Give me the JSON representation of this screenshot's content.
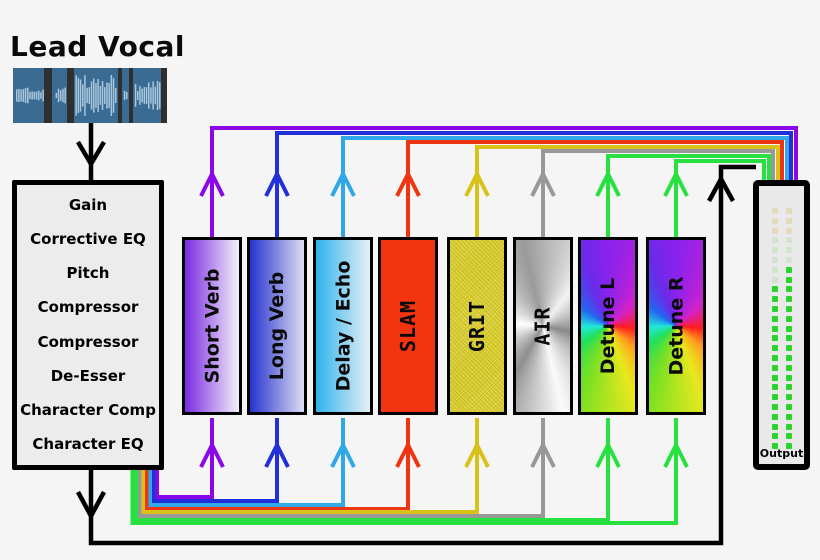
{
  "title": "Lead Vocal",
  "waveform": {
    "bg": "#3a6b93",
    "wave_color": "#a9c6dc",
    "separator_color": "#2f2f2f",
    "separators": [
      [
        31,
        8
      ],
      [
        54,
        7
      ],
      [
        105,
        4
      ],
      [
        116,
        4
      ],
      [
        148,
        6
      ]
    ],
    "segments": [
      [
        3,
        30,
        9
      ],
      [
        41,
        52,
        8
      ],
      [
        62,
        104,
        21
      ],
      [
        110,
        115,
        11
      ],
      [
        121,
        148,
        15
      ]
    ]
  },
  "chain": {
    "items": [
      "Gain",
      "Corrective EQ",
      "Pitch",
      "Compressor",
      "Compressor",
      "De-Esser",
      "Character Comp",
      "Character EQ"
    ]
  },
  "effects": [
    {
      "label": "Short Verb",
      "wire": "#8a08e8",
      "fill": "linear-gradient(90deg,#7a2ce0,#f4f0fa)",
      "mono": false
    },
    {
      "label": "Long Verb",
      "wire": "#2130d8",
      "fill": "linear-gradient(90deg,#2633cf,#dddcf2)",
      "mono": false
    },
    {
      "label": "Delay / Echo",
      "wire": "#30a8e8",
      "fill": "linear-gradient(90deg,#2fb3ec,#e8eff5)",
      "mono": false
    },
    {
      "label": "SLAM",
      "wire": "#ee3511",
      "fill": "#f23410",
      "mono": true
    },
    {
      "label": "GRIT",
      "wire": "#d8c21a",
      "fill": "repeating-linear-gradient(45deg, rgba(0,0,0,0.10) 0px, rgba(0,0,0,0.10) 1px, rgba(0,0,0,0) 1px, rgba(0,0,0,0) 3px), repeating-linear-gradient(-45deg, rgba(255,255,255,0.35) 0px, rgba(255,255,255,0.35) 1px, rgba(255,255,255,0) 1px, rgba(255,255,255,0) 2px), #d6c80f",
      "mono": true
    },
    {
      "label": "AIR",
      "wire": "#989898",
      "fill": "conic-gradient(from 210deg at 50% 50%, #8f8f8f, #ffffff 18%, #9a9a9a 38%, #f2f2f2 52%, #8a8a8a 70%, #fafafa 88%, #8f8f8f)",
      "mono": true
    },
    {
      "label": "Detune L",
      "wire": "#28e040",
      "fill": "conic-gradient(from 0deg at 50% 50%, #8a22ee 0deg, #d422c8 50deg, #ff1e1e 95deg, #ff9e1e 130deg, #e8e81e 160deg, #7ae022 200deg, #22e05a 235deg, #22e8d8 268deg, #2268f0 305deg, #6a2ae8 340deg, #8a22ee 360deg)",
      "mono": false
    },
    {
      "label": "Detune R",
      "wire": "#28e040",
      "fill": "conic-gradient(from 0deg at 50% 50%, #8a22ee 0deg, #d422c8 50deg, #ff1e1e 95deg, #ff9e1e 130deg, #e8e81e 160deg, #7ae022 200deg, #22e05a 235deg, #22e8d8 268deg, #2268f0 305deg, #6a2ae8 340deg, #8a22ee 360deg)",
      "mono": false
    }
  ],
  "dry_wire_color": "#000000",
  "output": {
    "label": "Output"
  },
  "meter": {
    "rows": 25,
    "warm_rows": 3,
    "columns": [
      {
        "name": "left",
        "lit_from_row": 8
      },
      {
        "name": "right",
        "lit_from_row": 6
      }
    ],
    "colors": {
      "lit": "#2bd42b",
      "unlit_warm": "#e6dabc",
      "unlit_green": "#d3e4cd"
    }
  }
}
